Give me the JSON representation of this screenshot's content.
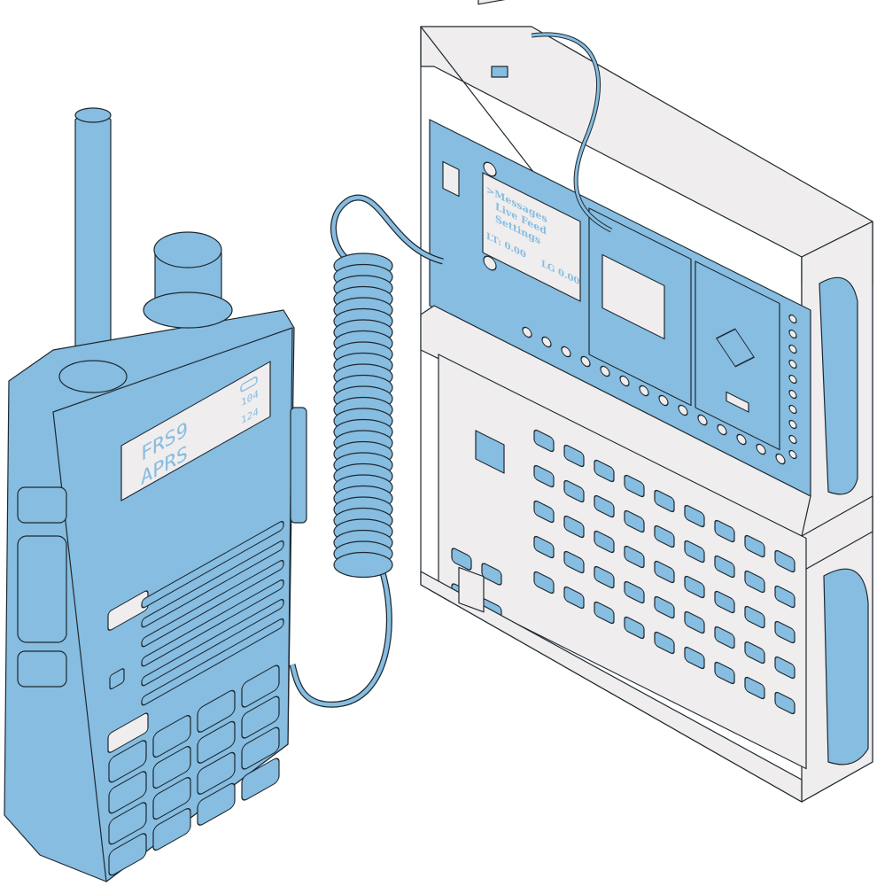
{
  "radio": {
    "display_line1": "FRS9",
    "display_line2": "APRS",
    "display_value1": "104",
    "display_value2": "124",
    "battery_icon": "battery-icon"
  },
  "device": {
    "oled_menu": [
      ">Messages",
      "Live Feed",
      "Settings"
    ],
    "oled_lat": "LT: 0.00",
    "oled_lon": "LG 0.00"
  },
  "colors": {
    "body_blue": "#86bde0",
    "panel_gray": "#efeded",
    "outline": "#1e2831"
  }
}
